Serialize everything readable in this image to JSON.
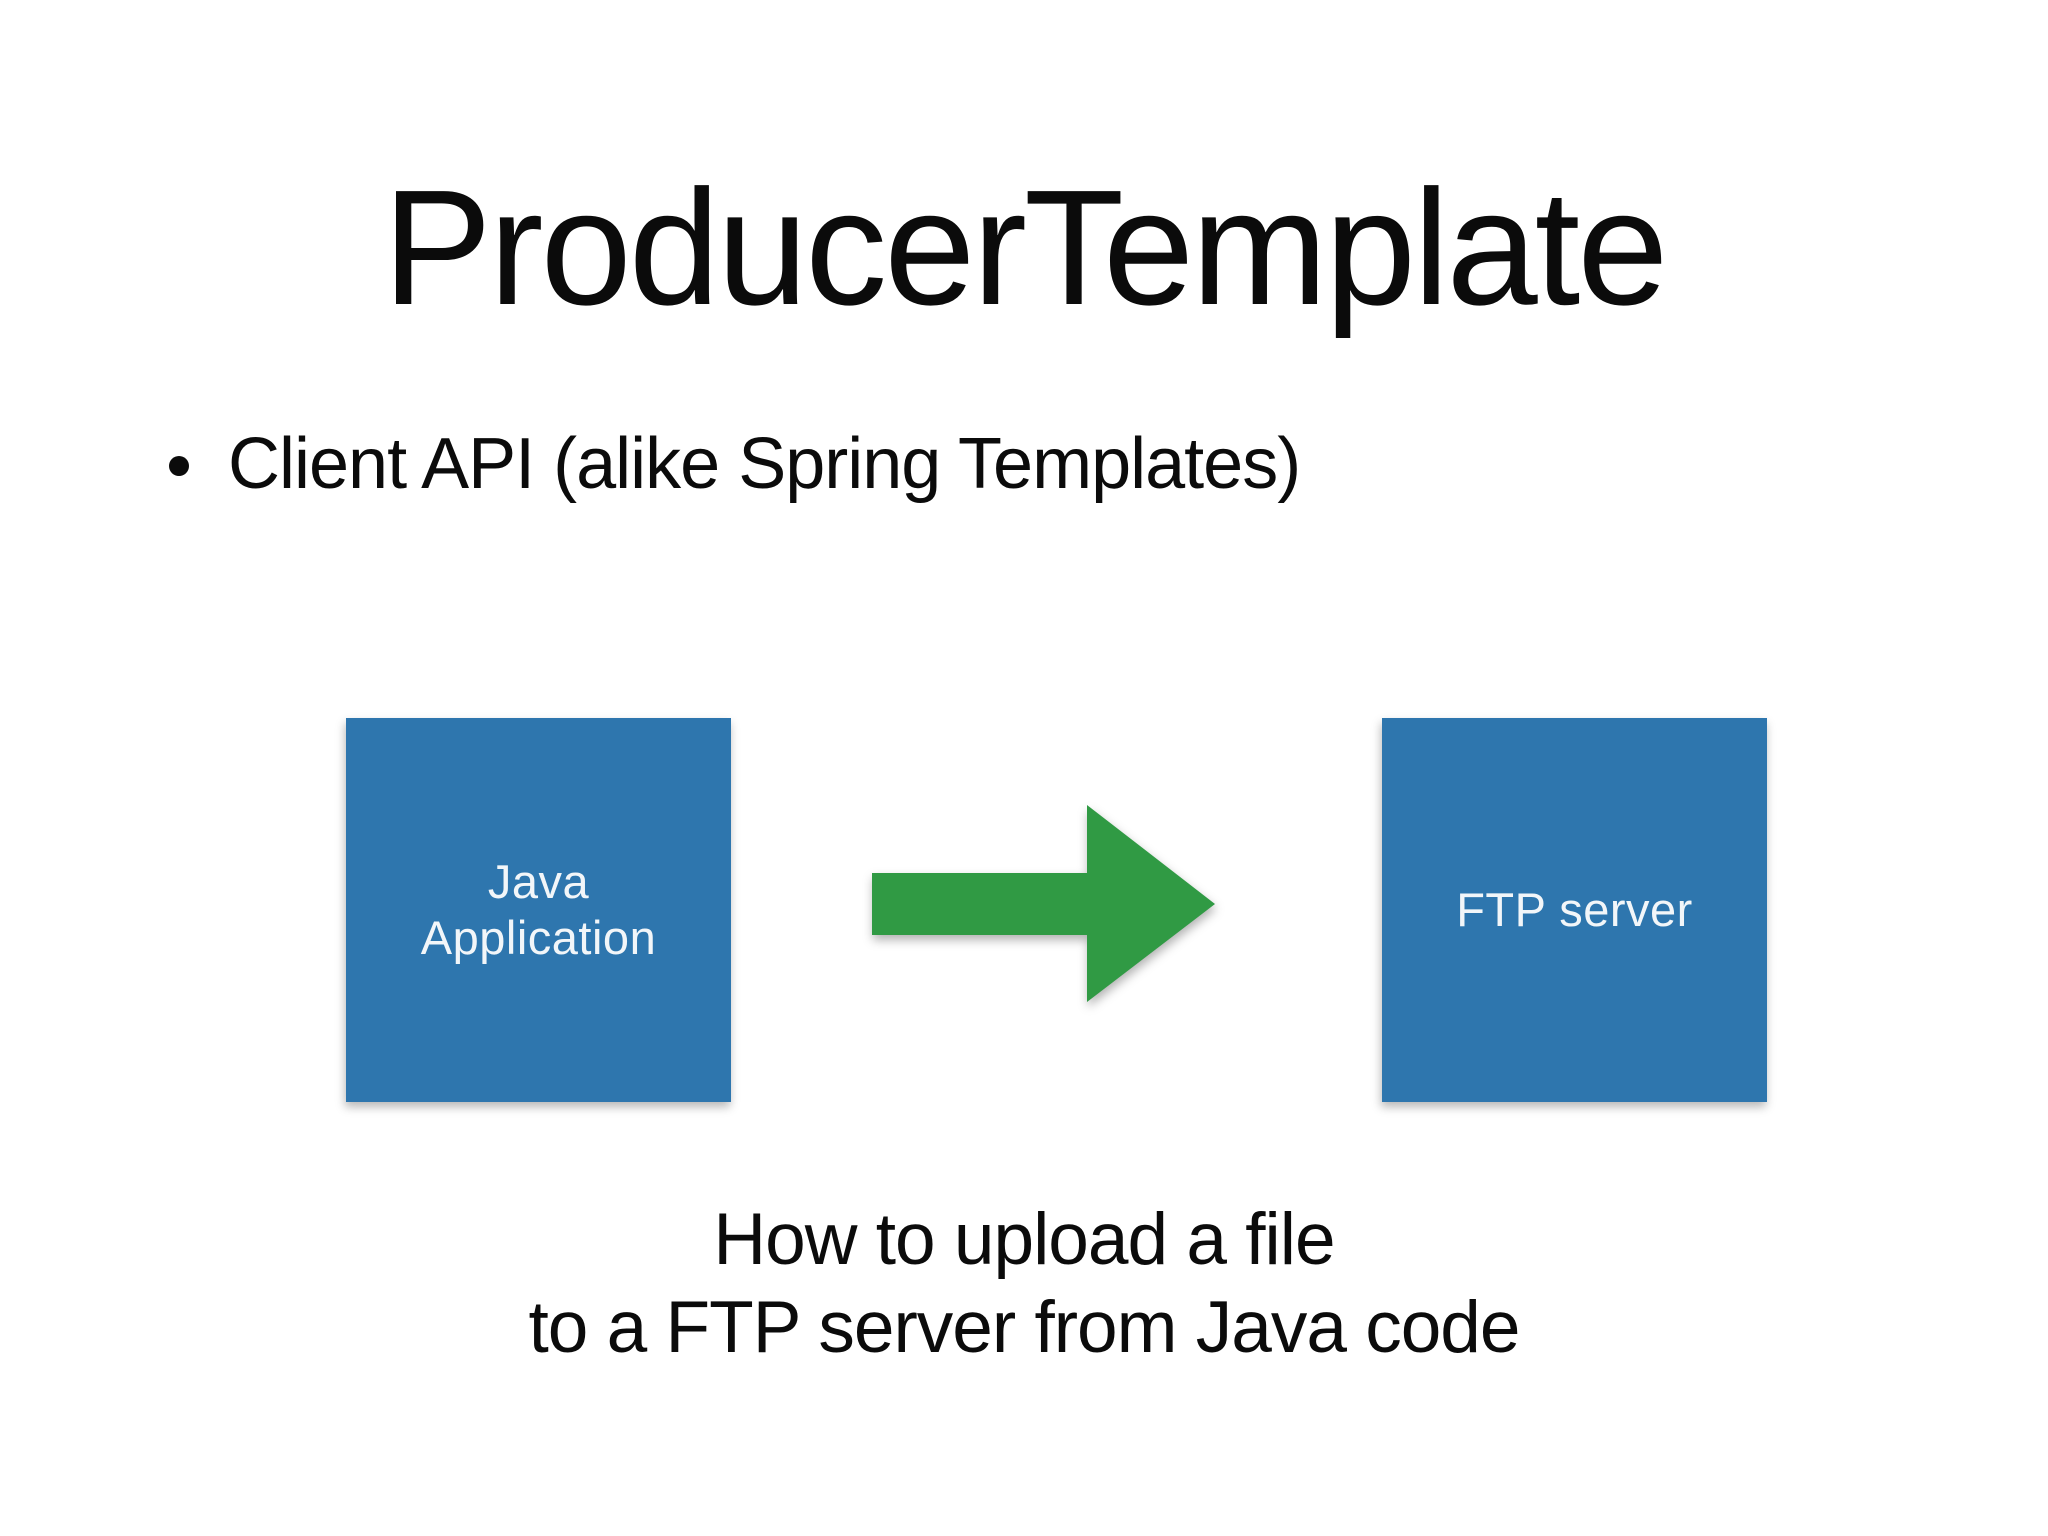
{
  "slide": {
    "title": "ProducerTemplate",
    "bullets": [
      {
        "label": "Client API (alike Spring Templates)"
      }
    ],
    "caption": {
      "line1": "How to upload a file",
      "line2": "to a FTP server from Java code"
    }
  },
  "diagram": {
    "source_box": {
      "line1": "Java",
      "line2": "Application"
    },
    "arrow": {
      "icon": "right-arrow",
      "direction": "right"
    },
    "target_box": {
      "label": "FTP server"
    }
  },
  "colors": {
    "background": "#ffffff",
    "text": "#0b0b0b",
    "box_blue": "#2e76ae",
    "box_text": "#f2f6f9",
    "arrow_green": "#309a44"
  }
}
